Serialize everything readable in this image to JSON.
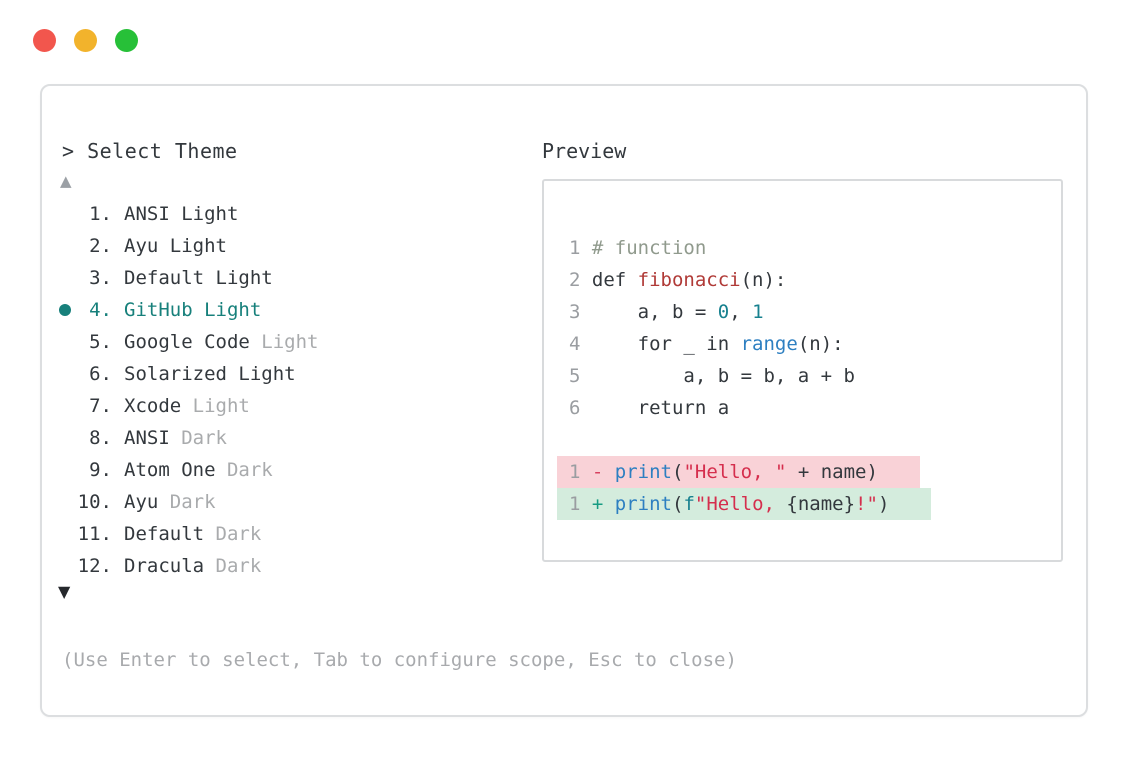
{
  "window": {
    "traffic_lights": [
      {
        "name": "close-button",
        "color": "#f2564d"
      },
      {
        "name": "minimize-button",
        "color": "#f2b32c"
      },
      {
        "name": "zoom-button",
        "color": "#27c038"
      }
    ]
  },
  "theme_picker": {
    "prompt": "> Select Theme",
    "scroll_up_icon": "▲",
    "scroll_down_icon": "▼",
    "selected_color": "#17807b",
    "items": [
      {
        "number": "1.",
        "name": "ANSI",
        "variant": "Light",
        "variant_dimmed": false,
        "selected": false
      },
      {
        "number": "2.",
        "name": "Ayu",
        "variant": "Light",
        "variant_dimmed": false,
        "selected": false
      },
      {
        "number": "3.",
        "name": "Default",
        "variant": "Light",
        "variant_dimmed": false,
        "selected": false
      },
      {
        "number": "4.",
        "name": "GitHub",
        "variant": "Light",
        "variant_dimmed": false,
        "selected": true
      },
      {
        "number": "5.",
        "name": "Google Code",
        "variant": "Light",
        "variant_dimmed": true,
        "selected": false
      },
      {
        "number": "6.",
        "name": "Solarized",
        "variant": "Light",
        "variant_dimmed": false,
        "selected": false
      },
      {
        "number": "7.",
        "name": "Xcode",
        "variant": "Light",
        "variant_dimmed": true,
        "selected": false
      },
      {
        "number": "8.",
        "name": "ANSI",
        "variant": "Dark",
        "variant_dimmed": true,
        "selected": false
      },
      {
        "number": "9.",
        "name": "Atom One",
        "variant": "Dark",
        "variant_dimmed": true,
        "selected": false
      },
      {
        "number": "10.",
        "name": "Ayu",
        "variant": "Dark",
        "variant_dimmed": true,
        "selected": false
      },
      {
        "number": "11.",
        "name": "Default",
        "variant": "Dark",
        "variant_dimmed": true,
        "selected": false
      },
      {
        "number": "12.",
        "name": "Dracula",
        "variant": "Dark",
        "variant_dimmed": true,
        "selected": false
      }
    ],
    "help_text": "(Use Enter to select, Tab to configure scope, Esc to close)"
  },
  "preview": {
    "label": "Preview",
    "syntax_colors": {
      "plain": "#33383d",
      "comment": "#909a8d",
      "function_name": "#b03a37",
      "builtin_call": "#2d7fc1",
      "number": "#17818f",
      "string": "#d52e4d",
      "diff_minus": "#d8415f",
      "diff_plus": "#169b82",
      "removed_bg": "#f9d2d7",
      "added_bg": "#d4ecdd",
      "line_number": "#9a9da1"
    },
    "code_lines": [
      {
        "num": "1",
        "diff": "",
        "tokens": [
          {
            "t": "# function",
            "c": "comment"
          }
        ]
      },
      {
        "num": "2",
        "diff": "",
        "tokens": [
          {
            "t": "def ",
            "c": "plain"
          },
          {
            "t": "fibonacci",
            "c": "fname"
          },
          {
            "t": "(n):",
            "c": "plain"
          }
        ]
      },
      {
        "num": "3",
        "diff": "",
        "tokens": [
          {
            "t": "    a, b = ",
            "c": "plain"
          },
          {
            "t": "0",
            "c": "num"
          },
          {
            "t": ", ",
            "c": "plain"
          },
          {
            "t": "1",
            "c": "num"
          }
        ]
      },
      {
        "num": "4",
        "diff": "",
        "tokens": [
          {
            "t": "    for _ in ",
            "c": "plain"
          },
          {
            "t": "range",
            "c": "call"
          },
          {
            "t": "(n):",
            "c": "plain"
          }
        ]
      },
      {
        "num": "5",
        "diff": "",
        "tokens": [
          {
            "t": "        a, b = b, a + b",
            "c": "plain"
          }
        ]
      },
      {
        "num": "6",
        "diff": "",
        "tokens": [
          {
            "t": "    return a",
            "c": "plain"
          }
        ]
      },
      {
        "num": "",
        "diff": "",
        "tokens": []
      },
      {
        "num": "1",
        "diff": "removed",
        "tokens": [
          {
            "t": "- ",
            "c": "minus"
          },
          {
            "t": "print",
            "c": "call"
          },
          {
            "t": "(",
            "c": "plain"
          },
          {
            "t": "\"Hello, \"",
            "c": "str"
          },
          {
            "t": " + name)",
            "c": "plain"
          }
        ]
      },
      {
        "num": "1",
        "diff": "added",
        "tokens": [
          {
            "t": "+ ",
            "c": "plus"
          },
          {
            "t": "print",
            "c": "call"
          },
          {
            "t": "(",
            "c": "plain"
          },
          {
            "t": "f",
            "c": "num"
          },
          {
            "t": "\"Hello, ",
            "c": "str"
          },
          {
            "t": "{name}",
            "c": "plain"
          },
          {
            "t": "!\"",
            "c": "str"
          },
          {
            "t": ")",
            "c": "plain"
          }
        ]
      }
    ]
  }
}
